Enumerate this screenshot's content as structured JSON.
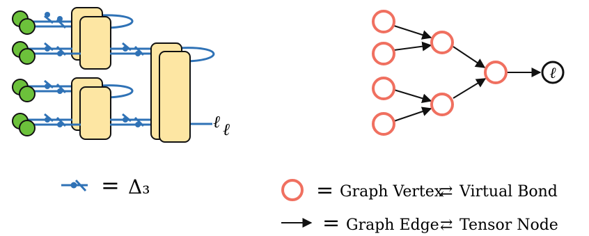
{
  "colors": {
    "bond": "#2f72b6",
    "leaf_fill": "#6cc13b",
    "leaf_stroke": "#111111",
    "tensor_fill": "#fde6a3",
    "tensor_stroke": "#111111",
    "vertex_stroke": "#f07060",
    "edge": "#111111"
  },
  "tensor_diagram": {
    "output_label_upper": "ℓ",
    "output_label_lower": "ℓ"
  },
  "graph": {
    "output_label": "ℓ"
  },
  "legend": {
    "delta_equals": "=",
    "delta_label": "Δ₃",
    "vertex_equals": "=",
    "vertex_label": "Graph Vertex",
    "vertex_arrow": "⇄",
    "vertex_meaning": "Virtual Bond",
    "edge_equals": "=",
    "edge_label": "Graph Edge",
    "edge_arrow": "⇄",
    "edge_meaning": "Tensor Node"
  }
}
